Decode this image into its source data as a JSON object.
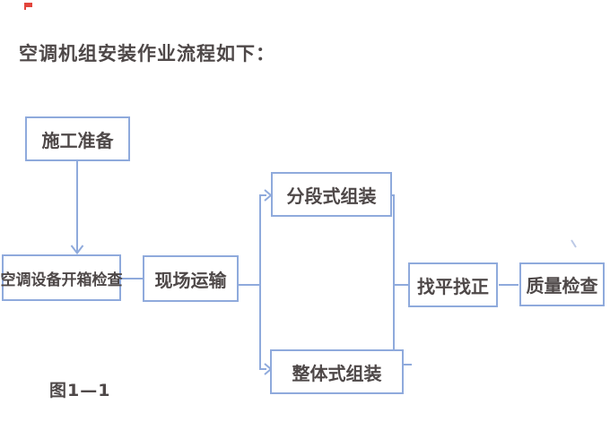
{
  "page": {
    "title": "空调机组安装作业流程如下：",
    "caption": "图1—1"
  },
  "flowchart": {
    "nodes": {
      "prep": {
        "label": "施工准备"
      },
      "unbox": {
        "label": "空调设备开箱检查"
      },
      "transport": {
        "label": "现场运输"
      },
      "sectional": {
        "label": "分段式组装"
      },
      "integral": {
        "label": "整体式组装"
      },
      "leveling": {
        "label": "找平找正"
      },
      "quality": {
        "label": "质量检查"
      }
    },
    "edges": [
      {
        "from": "prep",
        "to": "unbox",
        "arrow": true
      },
      {
        "from": "unbox",
        "to": "transport",
        "arrow": false
      },
      {
        "from": "transport",
        "to": "sectional",
        "arrow": true
      },
      {
        "from": "transport",
        "to": "integral",
        "arrow": true
      },
      {
        "from": "sectional",
        "to": "leveling",
        "arrow": false
      },
      {
        "from": "integral",
        "to": "leveling",
        "arrow": false
      },
      {
        "from": "leveling",
        "to": "quality",
        "arrow": false
      }
    ],
    "colors": {
      "line": "#8faadc",
      "text": "#4e4848",
      "corner_mark": "#e2453c"
    }
  }
}
